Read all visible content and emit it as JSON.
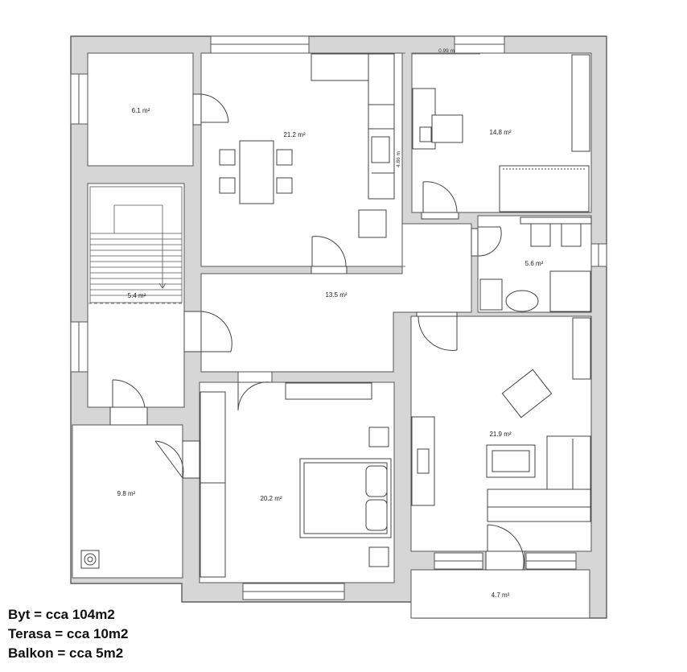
{
  "rooms": [
    {
      "id": "storage",
      "area": "6.1 m²"
    },
    {
      "id": "kitchen",
      "area": "21.2 m²"
    },
    {
      "id": "office",
      "area": "14.8 m²"
    },
    {
      "id": "stairs",
      "area": "5.4 m²"
    },
    {
      "id": "hall",
      "area": "13.5 m²"
    },
    {
      "id": "bathroom",
      "area": "5.6 m²"
    },
    {
      "id": "living",
      "area": "21.9 m²"
    },
    {
      "id": "terrace",
      "area": "9.8 m²"
    },
    {
      "id": "bedroom",
      "area": "20.2 m²"
    },
    {
      "id": "balcony",
      "area": "4.7 m²"
    }
  ],
  "dimensions": {
    "width_label": "0.99 m",
    "height_label": "4.86 m"
  },
  "summary": {
    "apartment": "Byt = cca 104m2",
    "terrace": "Terasa = cca 10m2",
    "balcony": "Balkon = cca 5m2"
  },
  "colors": {
    "wall": "#d6d6d6",
    "wall_outline": "#444444",
    "line": "#333333",
    "window": "#ffffff"
  }
}
